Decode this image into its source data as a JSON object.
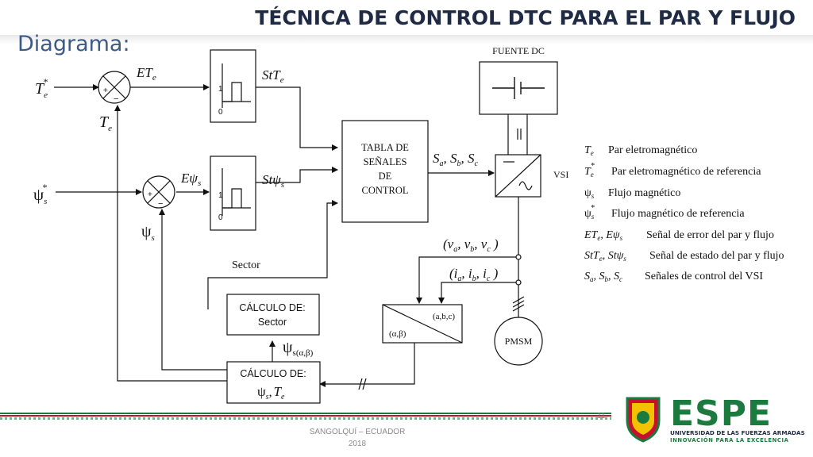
{
  "slide": {
    "title": "TÉCNICA DE CONTROL DTC PARA EL PAR Y FLUJO",
    "subtitle": "Diagrama:",
    "page_number": "11",
    "footer_line1": "SANGOLQUÍ – ECUADOR",
    "footer_line2": "2018"
  },
  "diagram": {
    "fuente_dc": "FUENTE DC",
    "tabla": [
      "TABLA DE",
      "SEÑALES",
      "DE",
      "CONTROL"
    ],
    "vsi": "VSI",
    "pmsm": "PMSM",
    "sector": "Sector",
    "calc_sector": [
      "CÁLCULO DE:",
      "Sector"
    ],
    "calc_flux": "CÁLCULO DE:",
    "transform_in": "(a,b,c)",
    "transform_out": "(α,β)",
    "hyst_one": "1",
    "hyst_zero": "0"
  },
  "legend": [
    {
      "symbol": "Te",
      "text": "Par eletromagnético"
    },
    {
      "symbol": "Te*",
      "text": "Par eletromagnético de referencia"
    },
    {
      "symbol": "ψs",
      "text": "Flujo magnético"
    },
    {
      "symbol": "ψs*",
      "text": "Flujo magnético de referencia"
    },
    {
      "symbol": "ETe, Eψs",
      "text": "Señal de error del par y flujo"
    },
    {
      "symbol": "StTe, Stψs",
      "text": "Señal de estado del par y flujo"
    },
    {
      "symbol": "Sa, Sb, Sc",
      "text": "Señales de control del VSI"
    }
  ],
  "logo": {
    "wordmark": "ESPE",
    "line1": "UNIVERSIDAD DE LAS FUERZAS ARMADAS",
    "line2": "INNOVACIÓN PARA LA EXCELENCIA",
    "colors": {
      "green": "#1b7a3e",
      "red": "#c8102e"
    }
  },
  "colors": {
    "title": "#1f2a44",
    "subtitle": "#3c5a86"
  }
}
